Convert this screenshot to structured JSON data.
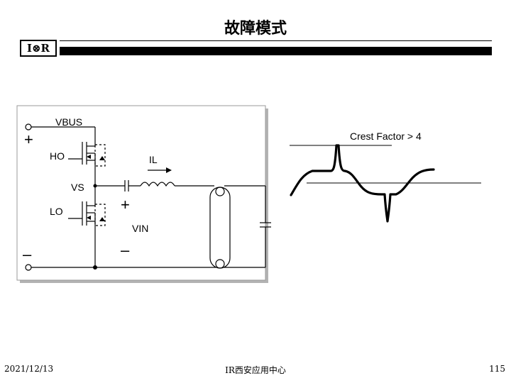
{
  "title": "故障模式",
  "logo": {
    "text": "I⊗R"
  },
  "circuit": {
    "vbus_label": "VBUS",
    "ho_label": "HO",
    "vs_label": "VS",
    "lo_label": "LO",
    "il_label": "IL",
    "vin_label": "VIN",
    "plus_sign": "+",
    "minus_sign": "–"
  },
  "waveform": {
    "crest_label": "Crest Factor > 4"
  },
  "footer": {
    "date": "2021/12/13",
    "center": "IR西安应用中心",
    "page": "115"
  }
}
